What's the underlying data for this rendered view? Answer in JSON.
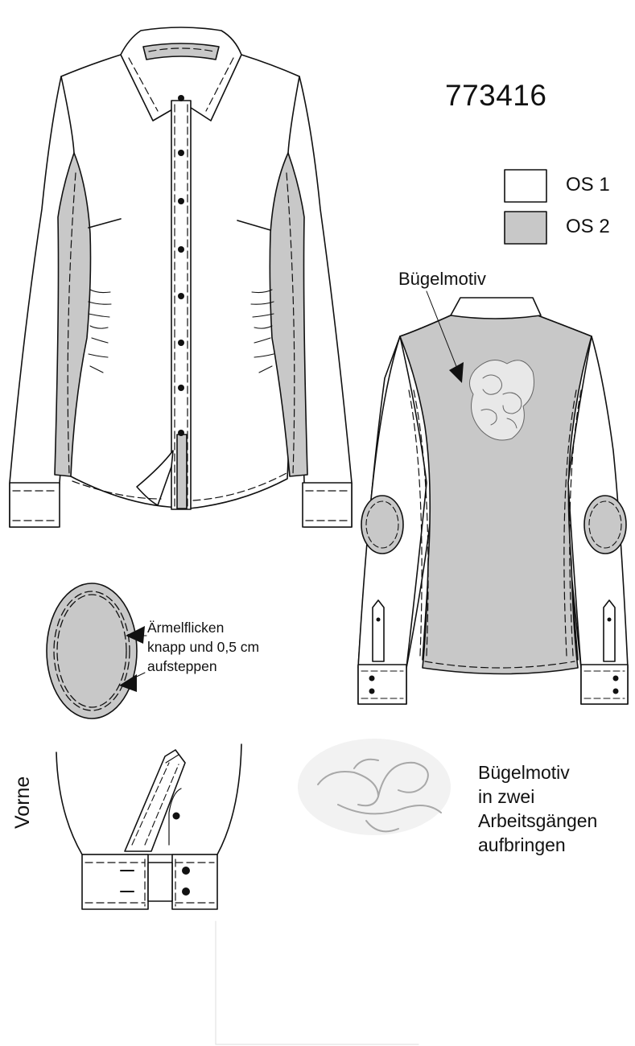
{
  "article_number": "773416",
  "legend": [
    {
      "label": "OS 1",
      "color": "#ffffff"
    },
    {
      "label": "OS 2",
      "color": "#c8c8c8"
    }
  ],
  "labels": {
    "motif": "Bügelmotiv",
    "front": "Vorne"
  },
  "notes": {
    "patch": [
      "Ärmelflicken",
      "knapp und 0,5 cm",
      "aufsteppen"
    ],
    "motif": [
      "Bügelmotiv",
      "in zwei",
      "Arbeitsgängen",
      "aufbringen"
    ]
  },
  "colors": {
    "line": "#111111",
    "fill_contrast": "#c8c8c8",
    "fill_base": "#ffffff"
  }
}
